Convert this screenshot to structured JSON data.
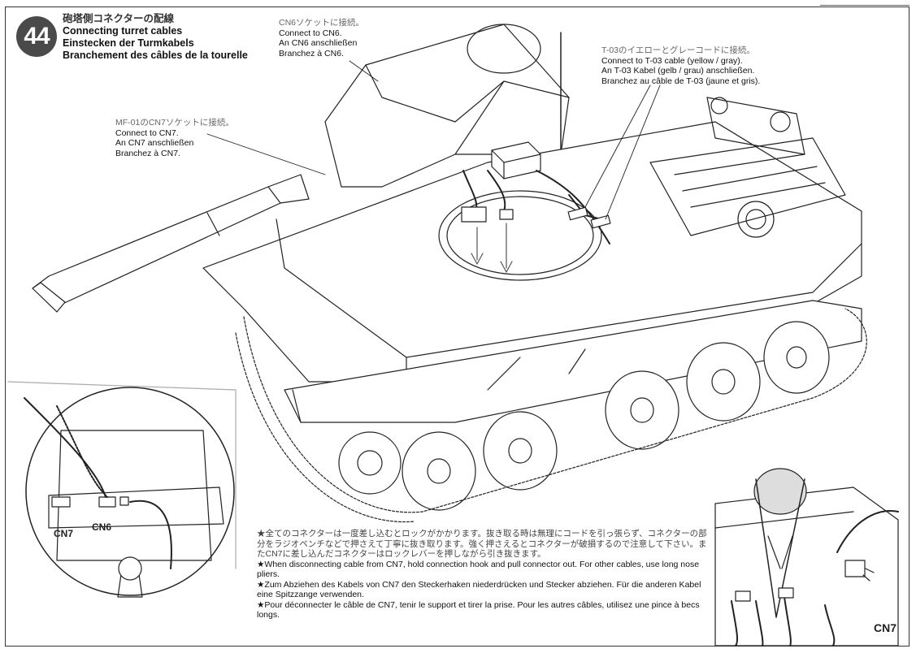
{
  "step": {
    "number": "44",
    "title_jp": "砲塔側コネクターの配線",
    "title_en": "Connecting turret cables",
    "title_de": "Einstecken der Turmkabels",
    "title_fr": "Branchement des câbles de la tourelle"
  },
  "callouts": {
    "cn6": {
      "jp": "CN6ソケットに接続。",
      "en": "Connect to CN6.",
      "de": "An CN6 anschließen",
      "fr": "Branchez à CN6."
    },
    "cn7": {
      "jp": "MF-01のCN7ソケットに接続。",
      "en": "Connect to CN7.",
      "de": "An CN7 anschließen",
      "fr": "Branchez à CN7."
    },
    "t03": {
      "jp": "T-03のイエローとグレーコードに接続。",
      "en": "Connect to T-03 cable (yellow / gray).",
      "de": "An T-03 Kabel (gelb / grau) anschließen.",
      "fr": "Branchez au câble de T-03 (jaune et gris)."
    }
  },
  "detail_labels": {
    "cn7_left": "CN7",
    "cn6_left": "CN6",
    "cn7_right": "CN7"
  },
  "note": {
    "jp": "★全てのコネクターは一度差し込むとロックがかかります。抜き取る時は無理にコードを引っ張らず、コネクターの部分をラジオペンチなどで押さえて丁寧に抜き取ります。強く押さえるとコネクターが破損するので注意して下さい。またCN7に差し込んだコネクターはロックレバーを押しながら引き抜きます。",
    "en": "★When disconnecting cable from CN7, hold connection hook and pull connector out. For other cables, use long nose pliers.",
    "de": "★Zum Abziehen des Kabels von CN7 den Steckerhaken niederdrücken und Stecker abziehen. Für die anderen Kabel eine Spitzzange verwenden.",
    "fr": "★Pour déconnecter le câble de CN7, tenir le support et tirer la prise. Pour les autres câbles, utilisez une pince à becs longs."
  }
}
